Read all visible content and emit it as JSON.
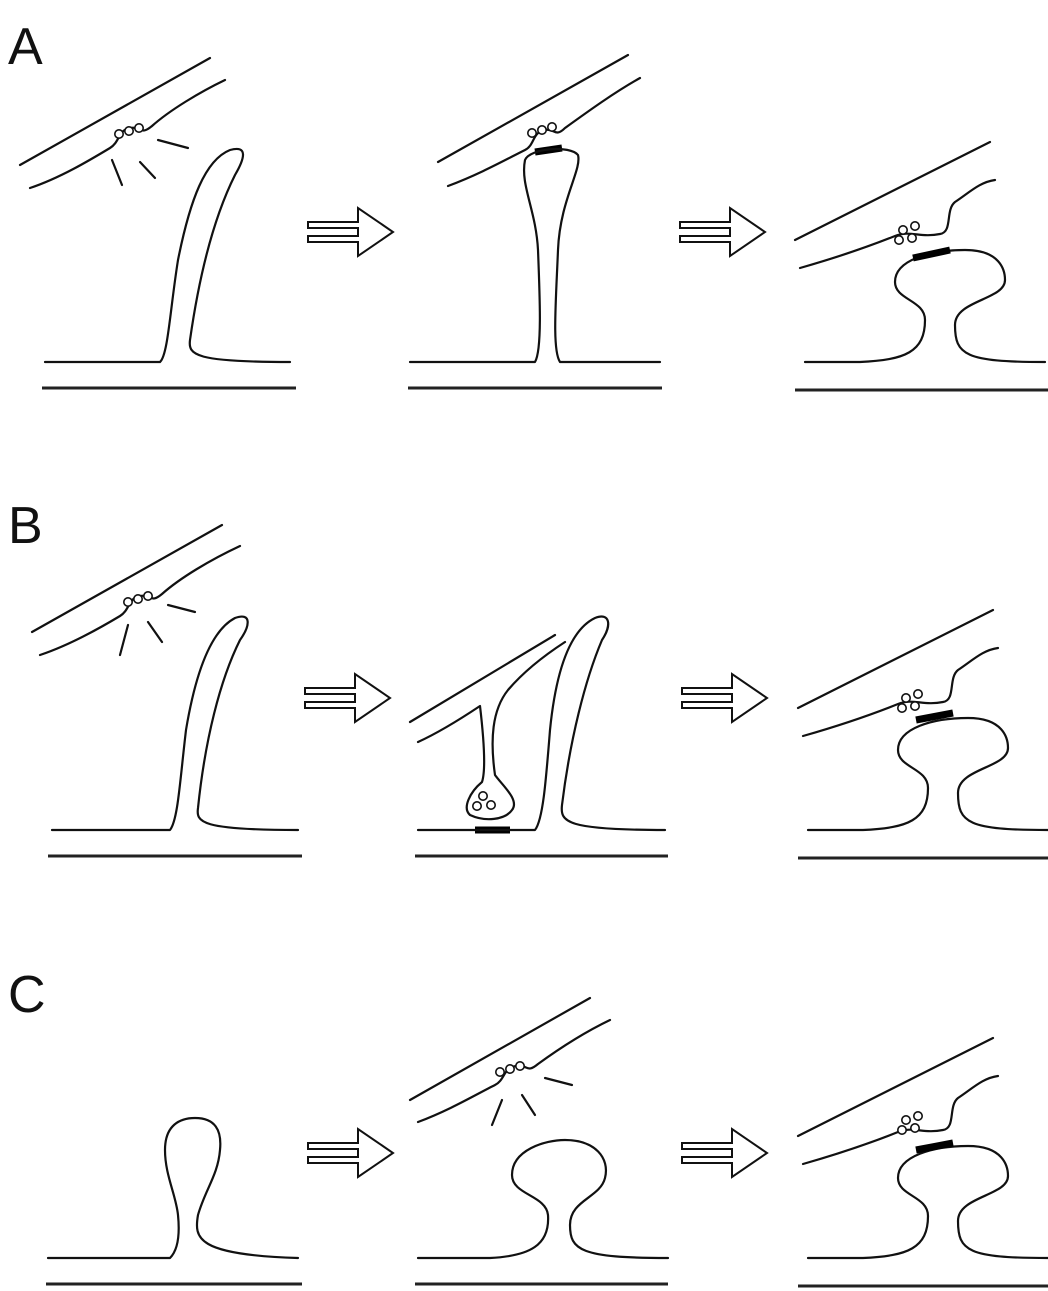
{
  "panels": [
    {
      "label": "A"
    },
    {
      "label": "B"
    },
    {
      "label": "C"
    }
  ],
  "icons": {
    "transition_arrow": "double-line-arrow-icon"
  }
}
